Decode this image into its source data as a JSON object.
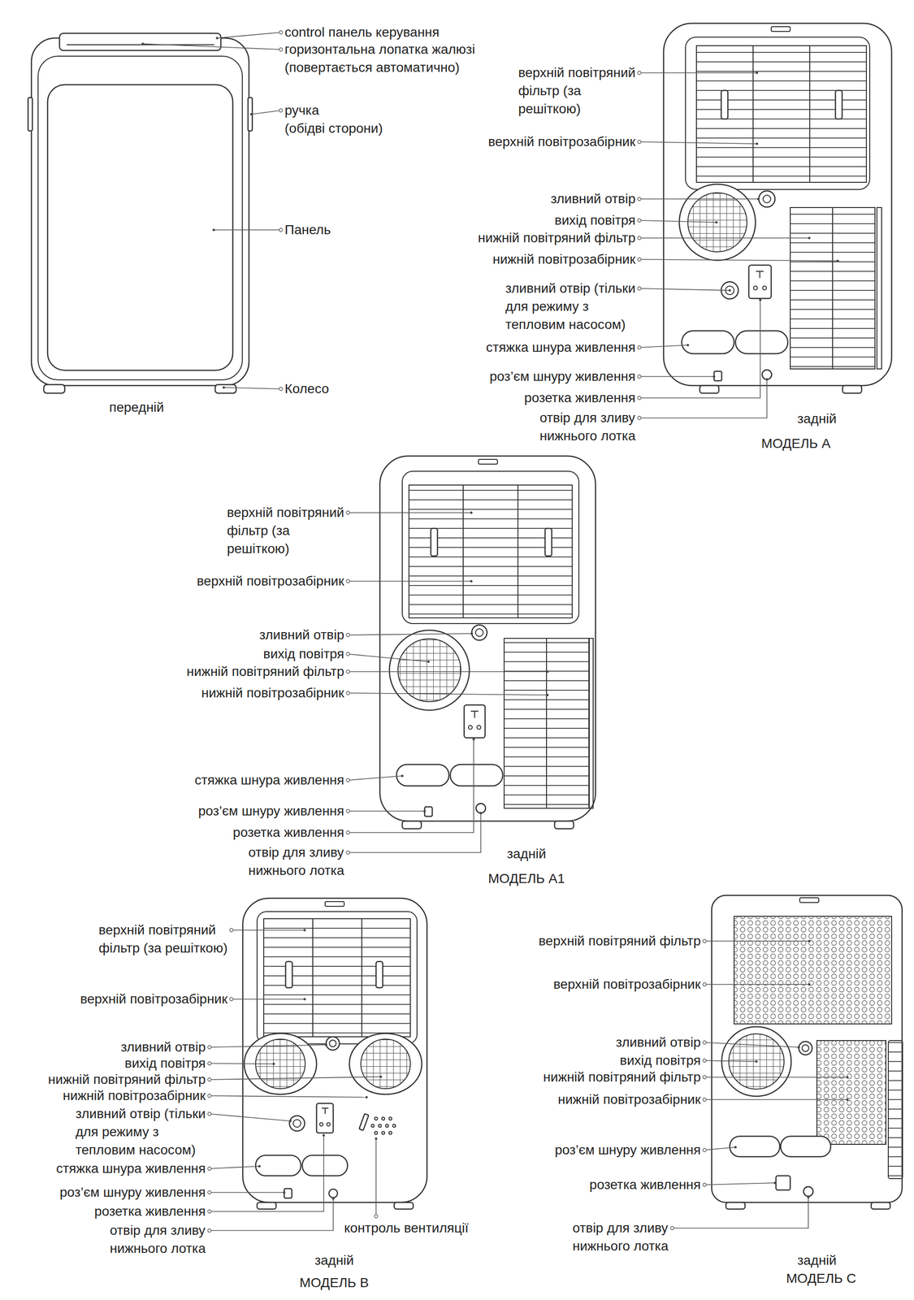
{
  "diagram": {
    "labels": [
      "control панель керування",
      "горизонтальна лопатка жалюзі (повертається автоматично)",
      "ручка (обідві сторони)",
      "Панель",
      "Колесо",
      "передній",
      "верхній повітряний фільтр (за решіткою)",
      "верхній повітрозабірник",
      "зливний отвір",
      "вихід повітря",
      "нижній повітряний фільтр",
      "нижній повітрозабірник",
      "зливний отвір (тільки для режиму з тепловим насосом)",
      "стяжка шнура живлення",
      "роз’єм шнуру живлення",
      "розетка живлення",
      "отвір для зливу нижнього лотка",
      "задній",
      "МОДЕЛЬ А",
      "верхній повітряний фільтр (за решіткою)",
      "верхній повітрозабірник",
      "зливний отвір",
      "вихід повітря",
      "нижній повітряний фільтр",
      "нижній повітрозабірник",
      "стяжка шнура живлення",
      "роз’єм шнуру живлення",
      "розетка живлення",
      "отвір для зливу нижнього лотка",
      "задній",
      "МОДЕЛЬ А1",
      "верхній повітряний фільтр (за решіткою)",
      "верхній повітрозабірник",
      "зливний отвір",
      "вихід повітря",
      "нижній повітряний фільтр",
      "нижній повітрозабірник",
      "зливний отвір (тільки для режиму з тепловим насосом)",
      "стяжка шнура живлення",
      "роз’єм шнуру живлення",
      "розетка живлення",
      "отвір для зливу нижнього лотка",
      "контроль вентиляції",
      "задній",
      "МОДЕЛЬ В",
      "верхній повітряний фільтр",
      "верхній повітрозабірник",
      "зливний отвір",
      "вихід повітря",
      "нижній повітряний фільтр",
      "нижній повітрозабірник",
      "роз’єм шнуру живлення",
      "розетка живлення",
      "отвір для зливу нижнього лотка",
      "задній",
      "МОДЕЛЬ С"
    ]
  }
}
